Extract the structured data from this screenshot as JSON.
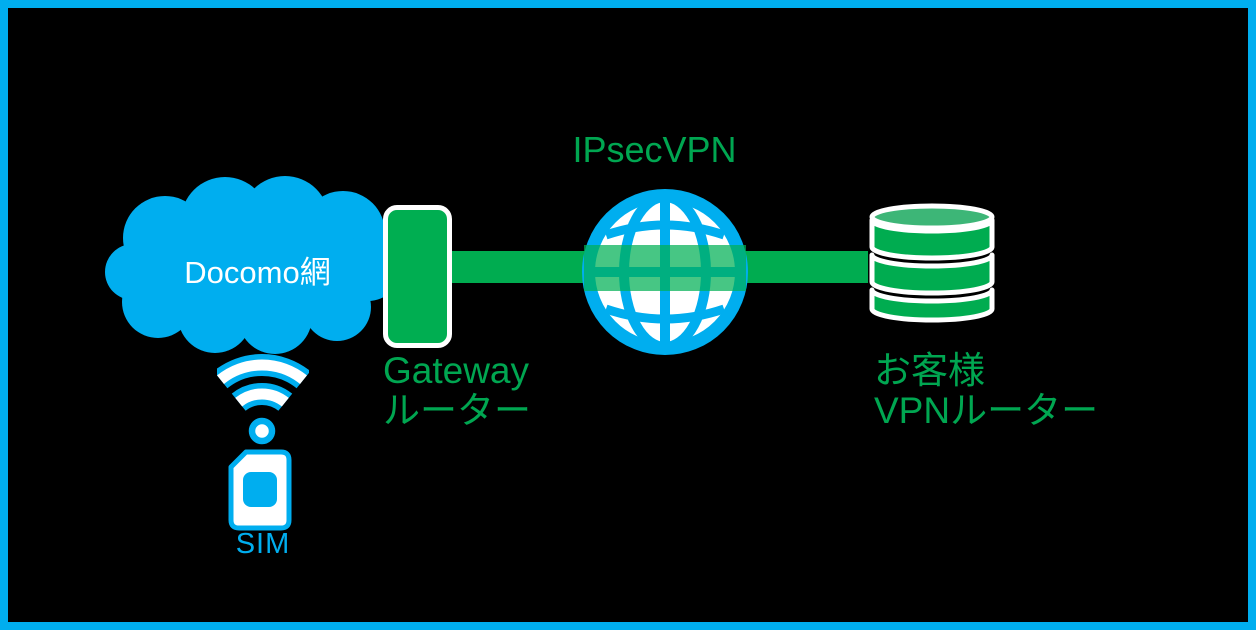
{
  "diagram": {
    "title_note": "mobile SIM to customer VPN router via IPsec VPN network diagram",
    "colors": {
      "background": "#000000",
      "frame_border": "#00AEEF",
      "blue": "#00AEEF",
      "green": "#00AC50",
      "green_text": "#00A651",
      "db_top": "#3DB677",
      "white": "#FFFFFF"
    },
    "nodes": {
      "docomo_cloud": {
        "label": "Docomo網"
      },
      "gateway_router": {
        "label": "Gateway\nルーター"
      },
      "vpn_tunnel": {
        "label": "IPsecVPN"
      },
      "customer_vpn_router": {
        "label": "お客様\nVPNルーター"
      },
      "sim_card": {
        "label": "SIM"
      }
    },
    "icons": [
      "cloud-icon",
      "wifi-icon",
      "sim-card-icon",
      "gateway-router-shape",
      "globe-icon",
      "database-icon"
    ]
  }
}
